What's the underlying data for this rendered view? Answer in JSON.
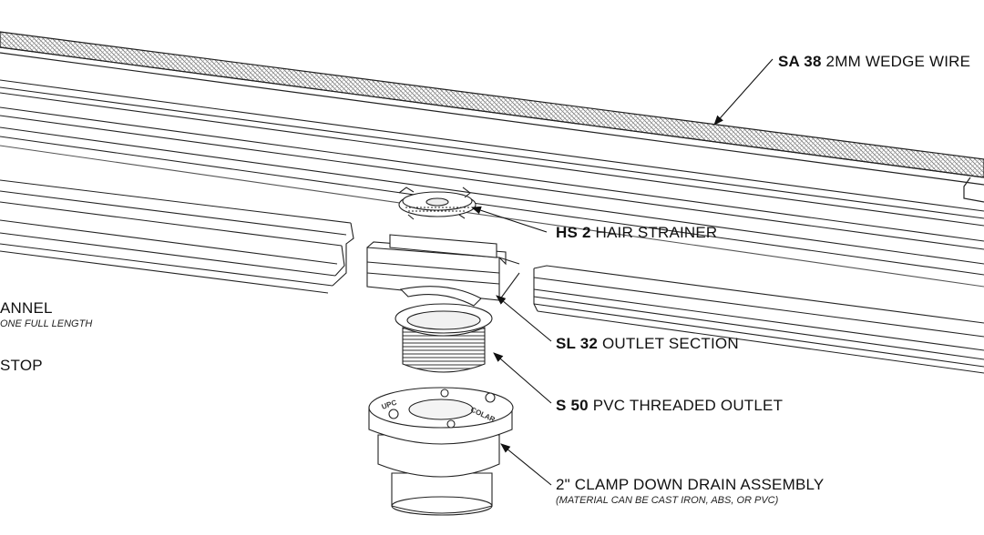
{
  "labels": {
    "wedge_wire": {
      "code": "SA 38",
      "text": " 2MM WEDGE WIRE"
    },
    "hair_strainer": {
      "code": "HS 2",
      "text": " HAIR STRAINER"
    },
    "channel": {
      "text": "ANNEL",
      "note": "ONE FULL LENGTH"
    },
    "end_stop": {
      "text": "STOP"
    },
    "outlet_section": {
      "code": "SL 32",
      "text": " OUTLET SECTION"
    },
    "threaded_outlet": {
      "code": "S 50",
      "text": " PVC THREADED OUTLET"
    },
    "drain_assembly": {
      "text": "2\" CLAMP DOWN DRAIN ASSEMBLY",
      "note": "(MATERIAL CAN BE CAST IRON, ABS, OR PVC)"
    }
  },
  "embossed": {
    "left": "UPC",
    "right": "COLAR"
  }
}
